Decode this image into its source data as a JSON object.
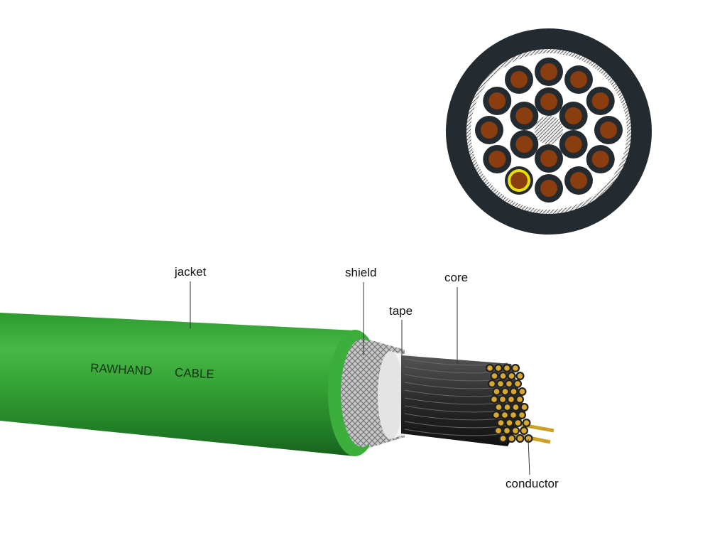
{
  "labels": {
    "jacket": "jacket",
    "shield": "shield",
    "tape": "tape",
    "core": "core",
    "conductor": "conductor"
  },
  "cable_print": {
    "word1": "RAWHAND",
    "word2": "CABLE"
  },
  "colors": {
    "jacket": "#3cae3c",
    "jacket_dark": "#1f7a25",
    "cross_section_jacket": "#232a30",
    "conductor_copper": "#8a3e10",
    "ground_wire": "#e8e000"
  }
}
